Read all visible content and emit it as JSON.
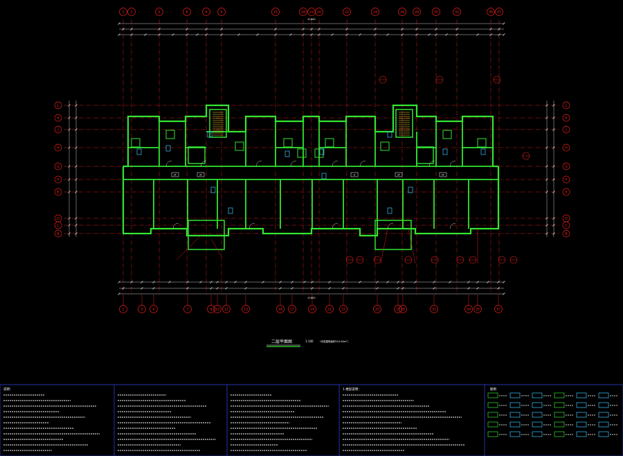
{
  "drawing": {
    "title": "二层平面图",
    "scale": "1:100",
    "title_note": "（本层建筑面积524.96m²）"
  },
  "axes": {
    "top": [
      "1",
      "2",
      "5",
      "6",
      "8",
      "9",
      "15",
      "18",
      "19",
      "20",
      "22",
      "24",
      "26",
      "28",
      "30",
      "32",
      "36",
      "37"
    ],
    "bottom": [
      "1",
      "3",
      "4",
      "7",
      "9",
      "10",
      "11",
      "13",
      "16",
      "17",
      "19",
      "21",
      "22",
      "25",
      "27",
      "28",
      "31",
      "34",
      "35",
      "37"
    ],
    "rows": [
      "L",
      "K",
      "J",
      "H",
      "G",
      "F",
      "E",
      "D",
      "C",
      "B"
    ]
  },
  "dimensions": {
    "top_total": "41800",
    "bottom_total": "41800"
  },
  "room_tags": [
    "2F",
    "2F",
    "A",
    "2F",
    "2F"
  ],
  "notes": {
    "col1_title": "说明：",
    "col2_title": "",
    "col3_title": "",
    "col4_title": "1.楼层说明："
  },
  "legend": {
    "title": "图例"
  },
  "colors": {
    "wall": "#32e632",
    "axis_red": "#e0201c",
    "dim": "#ffffff",
    "frame": "#2e3fd6"
  }
}
